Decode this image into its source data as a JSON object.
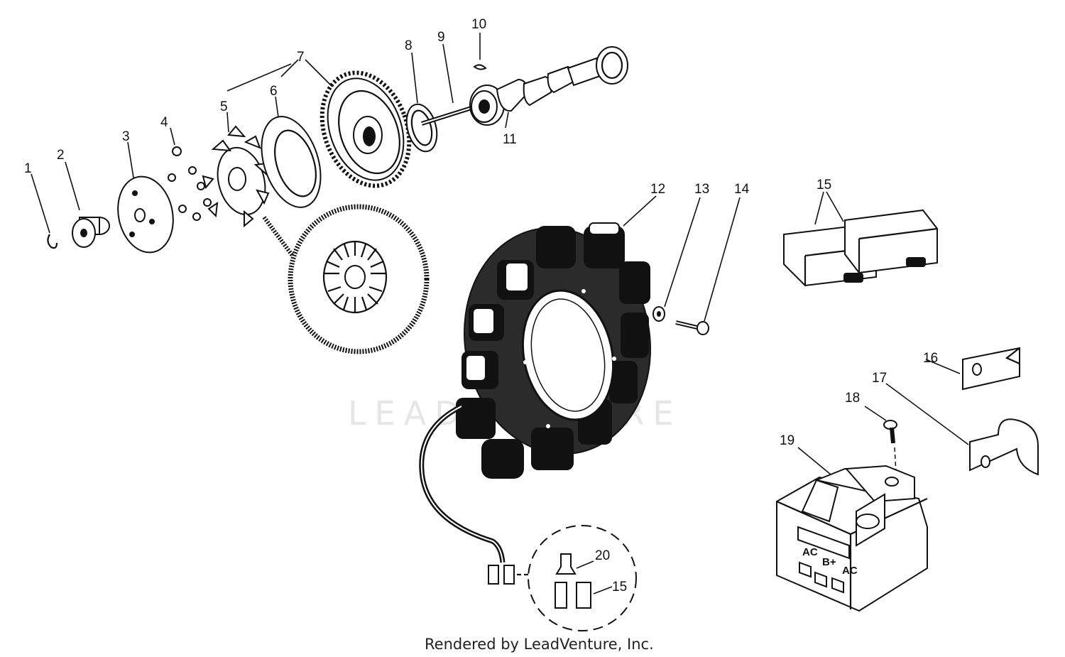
{
  "diagram": {
    "watermark": "LEADVENTURE",
    "credit": "Rendered by LeadVenture, Inc.",
    "callouts": {
      "c1": "1",
      "c2": "2",
      "c3": "3",
      "c4": "4",
      "c5": "5",
      "c6": "6",
      "c7": "7",
      "c8": "8",
      "c9": "9",
      "c10": "10",
      "c11": "11",
      "c12": "12",
      "c13": "13",
      "c14": "14",
      "c15a": "15",
      "c15b": "15",
      "c16": "16",
      "c17": "17",
      "c18": "18",
      "c19": "19",
      "c20": "20"
    },
    "terminals": {
      "ac1": "AC",
      "bplus": "B+",
      "ac2": "AC"
    }
  }
}
